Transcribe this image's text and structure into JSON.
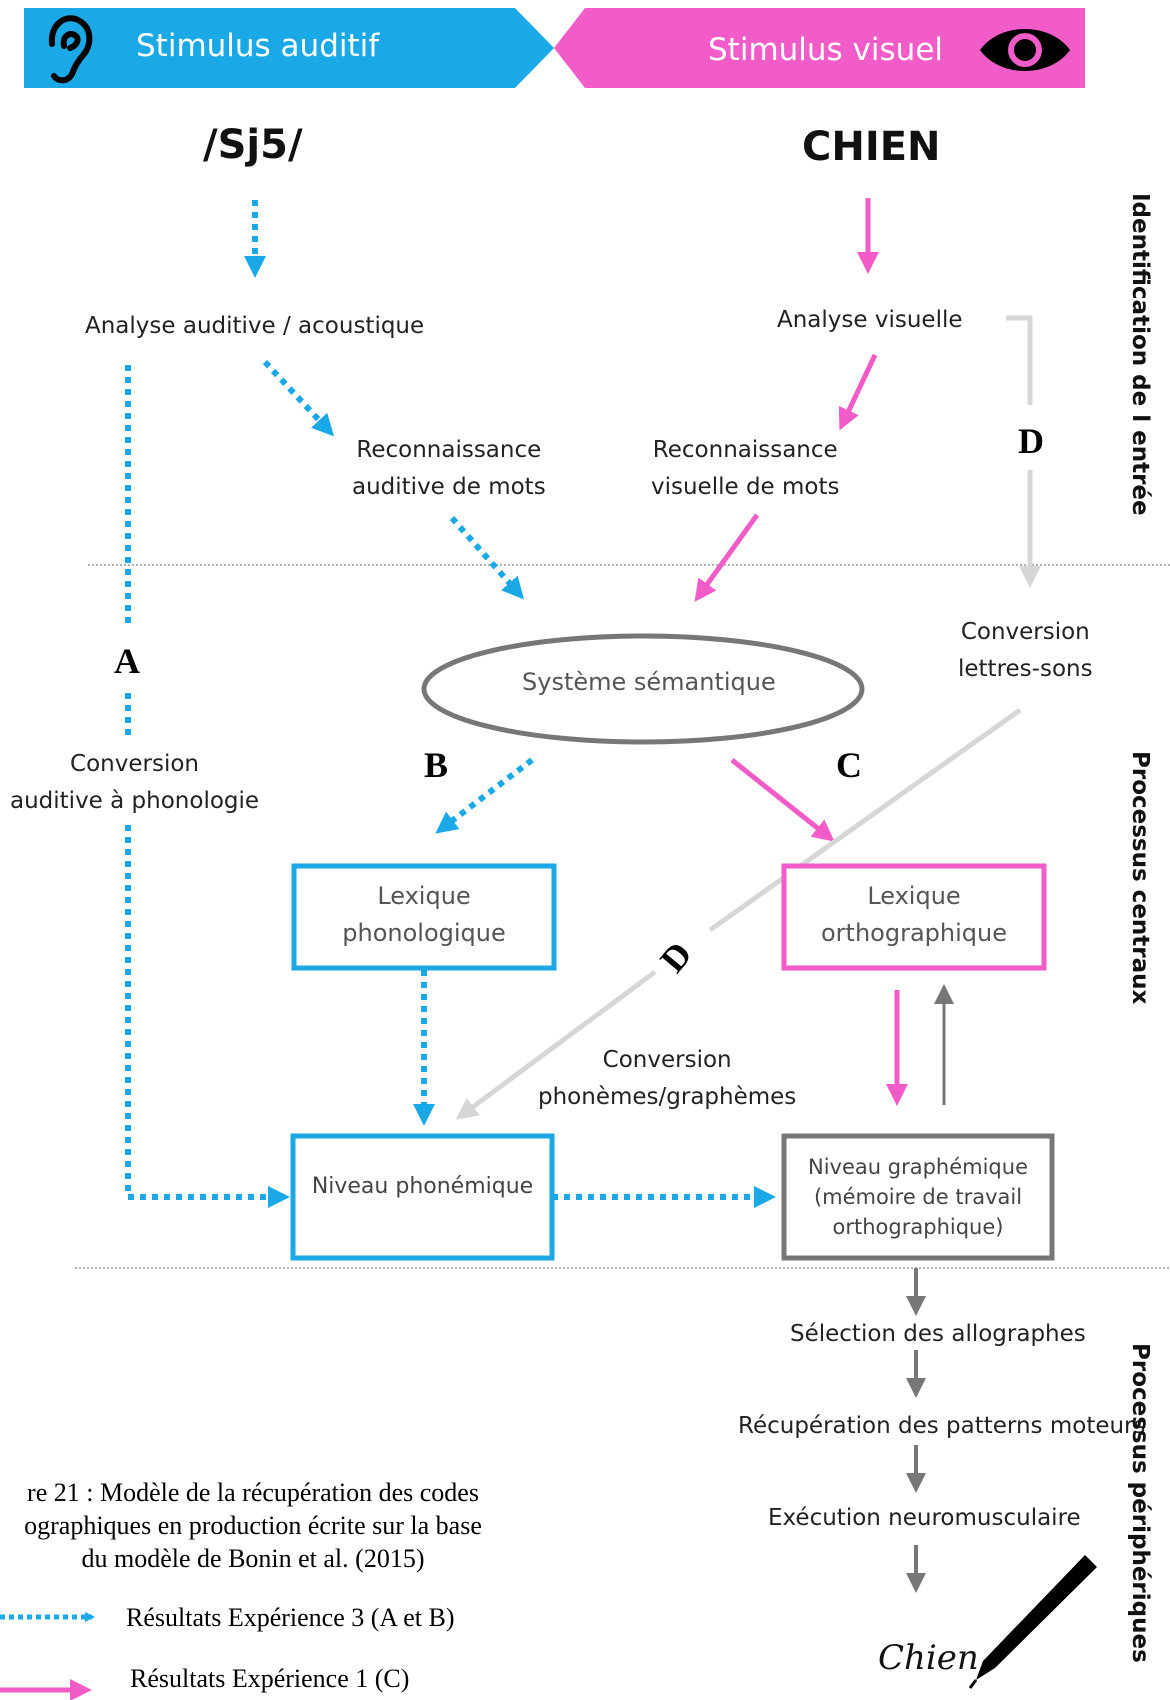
{
  "colors": {
    "blue": "#1aa9e6",
    "pink": "#f25cc8",
    "gray": "#777777",
    "light_gray": "#d6d6d6"
  },
  "header": {
    "auditory_label": "Stimulus auditif",
    "visual_label": "Stimulus visuel",
    "ear_icon": "ear-icon",
    "eye_icon": "eye-icon"
  },
  "inputs": {
    "spoken_word": "/Sj5/",
    "written_word": "CHIEN"
  },
  "nodes": {
    "auditory_analysis": "Analyse auditive / acoustique",
    "visual_analysis": "Analyse visuelle",
    "auditory_recognition": [
      "Reconnaissance",
      "auditive de mots"
    ],
    "visual_recognition": [
      "Reconnaissance",
      "visuelle de mots"
    ],
    "semantic_system": "Système sémantique",
    "letter_sound_conversion": [
      "Conversion",
      "lettres-sons"
    ],
    "auditory_phonology_conversion": [
      "Conversion",
      "auditive à phonologie"
    ],
    "phonological_lexicon": [
      "Lexique",
      "phonologique"
    ],
    "orthographic_lexicon": [
      "Lexique",
      "orthographique"
    ],
    "phoneme_grapheme_conversion": [
      "Conversion",
      "phonèmes/graphèmes"
    ],
    "phonemic_level": "Niveau phonémique",
    "graphemic_level": [
      "Niveau graphémique",
      "(mémoire de travail",
      "orthographique)"
    ],
    "allograph_selection": "Sélection des allographes",
    "motor_patterns": "Récupération des patterns moteurs",
    "neuromuscular_execution": "Exécution neuromusculaire",
    "handwritten_output": "Chien",
    "pen_icon": "pen-icon"
  },
  "path_letters": {
    "a": "A",
    "b": "B",
    "c": "C",
    "d_top": "D",
    "d_diag": "D"
  },
  "sections": {
    "input_identification": "Identification de l entrée",
    "central_processes": "Processus centraux",
    "peripheral_processes": "Processus périphériques"
  },
  "caption": [
    "re 21 : Modèle de la récupération des codes",
    "ographiques en production écrite sur la base",
    "du modèle de Bonin et al. (2015)"
  ],
  "legend": [
    {
      "label": "Résultats Expérience 3 (A et B)",
      "style": "dotted",
      "color": "#1aa9e6"
    },
    {
      "label": "Résultats Expérience 1 (C)",
      "style": "solid",
      "color": "#f25cc8"
    }
  ]
}
